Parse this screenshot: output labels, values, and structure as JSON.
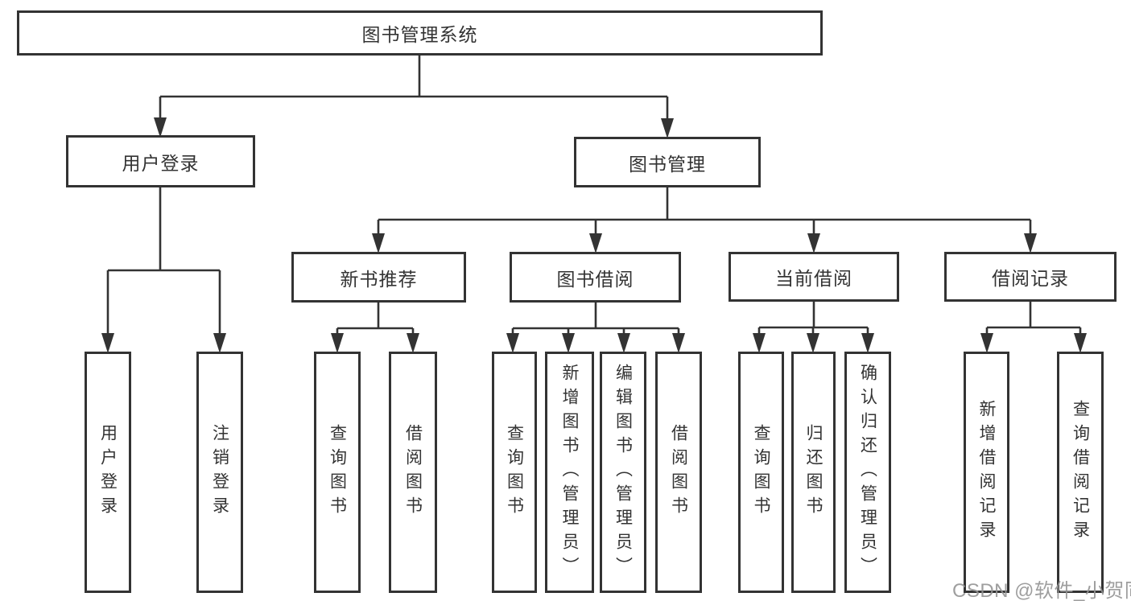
{
  "diagram": {
    "tree": {
      "label": "图书管理系统",
      "children": [
        {
          "label": "用户登录",
          "children": [
            {
              "label": "用户登录"
            },
            {
              "label": "注销登录"
            }
          ]
        },
        {
          "label": "图书管理",
          "children": [
            {
              "label": "新书推荐",
              "children": [
                {
                  "label": "查询图书"
                },
                {
                  "label": "借阅图书"
                }
              ]
            },
            {
              "label": "图书借阅",
              "children": [
                {
                  "label": "查询图书"
                },
                {
                  "label": "新增图书（管理员）"
                },
                {
                  "label": "编辑图书（管理员）"
                },
                {
                  "label": "借阅图书"
                }
              ]
            },
            {
              "label": "当前借阅",
              "children": [
                {
                  "label": "查询图书"
                },
                {
                  "label": "归还图书"
                },
                {
                  "label": "确认归还（管理员）"
                }
              ]
            },
            {
              "label": "借阅记录",
              "children": [
                {
                  "label": "新增借阅记录"
                },
                {
                  "label": "查询借阅记录"
                }
              ]
            }
          ]
        }
      ]
    }
  },
  "watermark": {
    "text": "CSDN @软件_小贺同学"
  },
  "colors": {
    "line": "#333333",
    "box_border": "#333333",
    "text": "#333333",
    "watermark": "#949494",
    "background": "#ffffff"
  }
}
